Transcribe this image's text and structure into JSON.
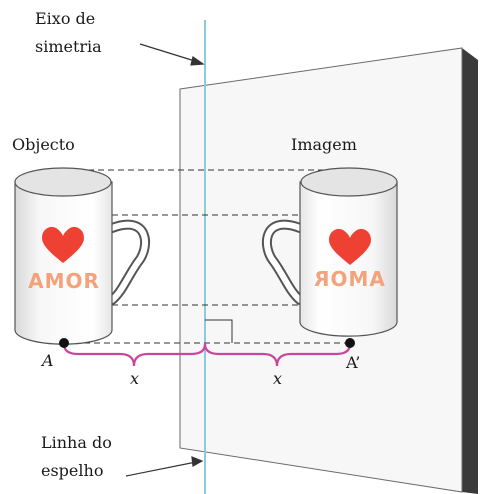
{
  "labels": {
    "axis_line1": "Eixo de",
    "axis_line2": "simetria",
    "object": "Objecto",
    "image": "Imagem",
    "mirror_line1": "Linha do",
    "mirror_line2": "espelho",
    "point_a": "A",
    "point_a_prime": "A’",
    "distance_left": "x",
    "distance_right": "x",
    "mug_text": "AMOR",
    "mug_text_mirrored": "AMOR"
  },
  "colors": {
    "mirror_face": "#f7f7f7",
    "mirror_side": "#3a3a3a",
    "symmetry_axis": "#8fc9dc",
    "brace": "#c8479a",
    "heart": "#ee4033",
    "mug_text": "#f3a27c",
    "point": "#111111"
  }
}
